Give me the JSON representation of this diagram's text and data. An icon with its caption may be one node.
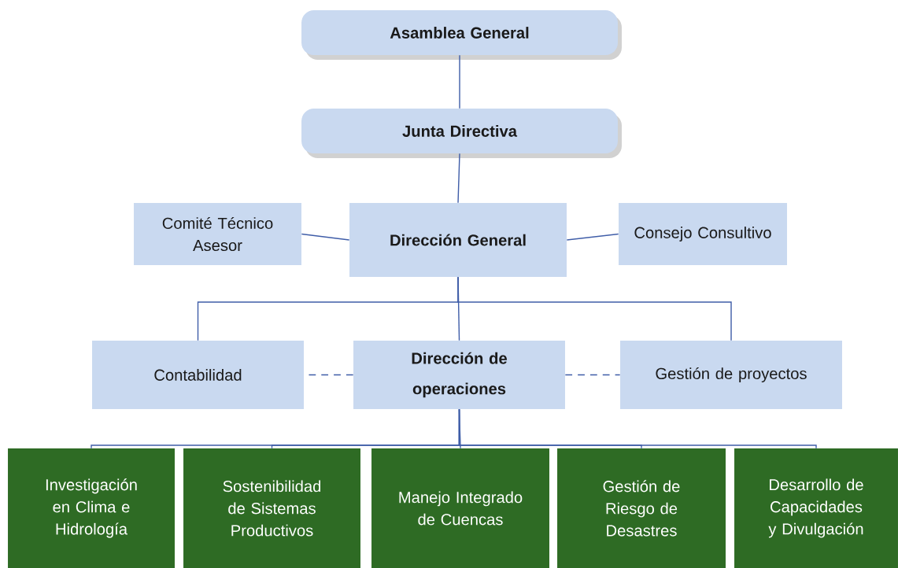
{
  "diagram": {
    "nodes": [
      {
        "text": [
          "Asamblea General"
        ]
      },
      {
        "text": [
          "Junta Directiva"
        ]
      },
      {
        "text": [
          "Comité Técnico Asesor"
        ]
      },
      {
        "text": [
          "Dirección General"
        ]
      },
      {
        "text": [
          "Consejo Consultivo"
        ]
      },
      {
        "text": [
          "Contabilidad"
        ]
      },
      {
        "text": [
          "Dirección de operaciones"
        ]
      },
      {
        "text": [
          "Gestión de proyectos"
        ]
      },
      {
        "text": [
          "Investigación en Clima e Hidrología"
        ]
      },
      {
        "text": [
          "Sostenibilidad de Sistemas Productivos"
        ]
      },
      {
        "text": [
          "Manejo Integrado de Cuencas"
        ]
      },
      {
        "text": [
          "Gestión de Riesgo de Desastres"
        ]
      },
      {
        "text": [
          "Desarrollo de Capacidades y Divulgación"
        ]
      }
    ],
    "edges": [
      {
        "from": 0,
        "to": 1,
        "arrow": "none"
      },
      {
        "from": 1,
        "to": 3,
        "arrow": "none"
      },
      {
        "from": 3,
        "to": 2,
        "arrow": "none"
      },
      {
        "from": 3,
        "to": 4,
        "arrow": "none"
      },
      {
        "from": 3,
        "to": 5,
        "arrow": "none"
      },
      {
        "from": 3,
        "to": 6,
        "arrow": "none"
      },
      {
        "from": 3,
        "to": 7,
        "arrow": "none"
      },
      {
        "from": 6,
        "to": 5,
        "arrow": "none",
        "style": "dashed"
      },
      {
        "from": 6,
        "to": 7,
        "arrow": "none",
        "style": "dashed"
      },
      {
        "from": 6,
        "to": 8,
        "arrow": "none"
      },
      {
        "from": 6,
        "to": 9,
        "arrow": "none"
      },
      {
        "from": 6,
        "to": 10,
        "arrow": "none"
      },
      {
        "from": 6,
        "to": 11,
        "arrow": "none"
      },
      {
        "from": 6,
        "to": 12,
        "arrow": "none"
      }
    ]
  }
}
